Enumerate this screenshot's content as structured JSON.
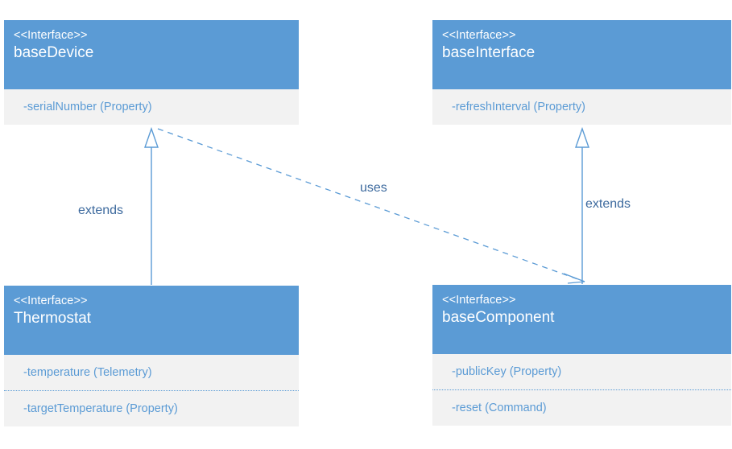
{
  "diagram": {
    "type": "uml-class-diagram",
    "background": "#FFFFFF",
    "colors": {
      "header_fill": "#5B9BD5",
      "body_fill": "#F2F2F2",
      "header_text": "#FFFFFF",
      "member_text": "#5B9BD5",
      "edge_stroke": "#5B9BD5",
      "edge_label_text": "#3D6A9E"
    },
    "classes": [
      {
        "id": "baseDevice",
        "stereotype": "<<Interface>>",
        "name": "baseDevice",
        "members": [
          "-serialNumber (Property)"
        ]
      },
      {
        "id": "baseInterface",
        "stereotype": "<<Interface>>",
        "name": "baseInterface",
        "members": [
          "-refreshInterval (Property)"
        ]
      },
      {
        "id": "Thermostat",
        "stereotype": "<<Interface>>",
        "name": "Thermostat",
        "members": [
          "-temperature (Telemetry)",
          "-targetTemperature (Property)"
        ]
      },
      {
        "id": "baseComponent",
        "stereotype": "<<Interface>>",
        "name": "baseComponent",
        "members": [
          "-publicKey (Property)",
          "-reset (Command)"
        ]
      }
    ],
    "edges": [
      {
        "id": "thermostat-extends-basedevice",
        "label": "extends",
        "from": "Thermostat",
        "to": "baseDevice",
        "style": "solid",
        "arrow": "hollow-triangle"
      },
      {
        "id": "basecomponent-extends-baseinterface",
        "label": "extends",
        "from": "baseComponent",
        "to": "baseInterface",
        "style": "solid",
        "arrow": "hollow-triangle"
      },
      {
        "id": "basedevice-uses-basecomponent",
        "label": "uses",
        "from": "baseDevice",
        "to": "baseComponent",
        "style": "dashed",
        "arrow": "open"
      }
    ]
  }
}
